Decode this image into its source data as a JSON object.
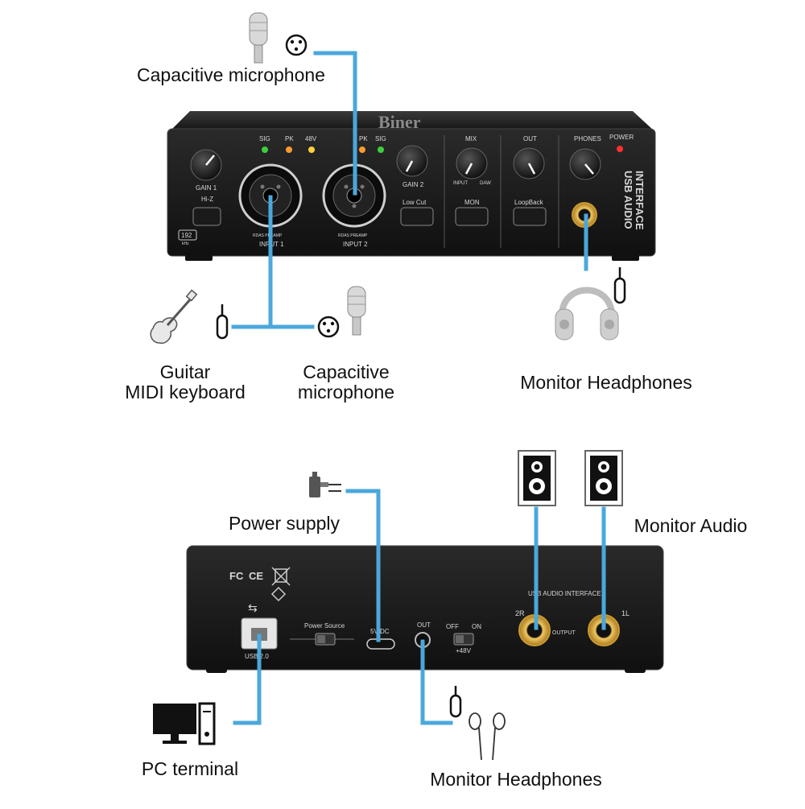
{
  "labels": {
    "cap_mic_top": "Capacitive microphone",
    "guitar": "Guitar",
    "midi_keyboard": "MIDI keyboard",
    "cap_mic_line1": "Capacitive",
    "cap_mic_line2": "microphone",
    "monitor_headphones_top": "Monitor Headphones",
    "power_supply": "Power supply",
    "monitor_audio": "Monitor Audio",
    "pc_terminal": "PC terminal",
    "monitor_headphones_bottom": "Monitor Headphones"
  },
  "front_panel": {
    "brand": "Biner",
    "sig_left": "SIG",
    "pk_left": "PK",
    "phantom": "48V",
    "pk_right": "PK",
    "sig_right": "SIG",
    "gain1": "GAIN 1",
    "gain2": "GAIN 2",
    "hiz": "Hi-Z",
    "input1": "INPUT 1",
    "input2": "INPUT 2",
    "preamp": "RDAS PREAMP",
    "sample_rate": "192",
    "sample_rate_unit": "kHz",
    "low_cut": "Low Cut",
    "mix": "MIX",
    "input_label": "INPUT",
    "daw_label": "DAW",
    "mon": "MON",
    "out": "OUT",
    "loopback": "LoopBack",
    "phones": "PHONES",
    "power": "POWER",
    "vertical_line1": "USB AUDIO",
    "vertical_line2": "INTERFACE"
  },
  "rear_panel": {
    "cert_fc": "FC",
    "cert_ce": "CE",
    "usb_label": "USB 2.0",
    "power_source": "Power Source",
    "dc": "5V DC",
    "out": "OUT",
    "off": "OFF",
    "on": "ON",
    "phantom": "+48V",
    "interface_title": "USB AUDIO INTERFACE",
    "ch_2r": "2R",
    "ch_1l": "1L",
    "output": "OUTPUT"
  },
  "colors": {
    "cable": "#4aa8dc",
    "device": "#1b1b1b",
    "led_green": "#3ccf3c",
    "led_orange": "#ff9a30",
    "led_yellow": "#ffd23c",
    "led_red": "#ff3030",
    "jack_gold": "#d2a033"
  }
}
